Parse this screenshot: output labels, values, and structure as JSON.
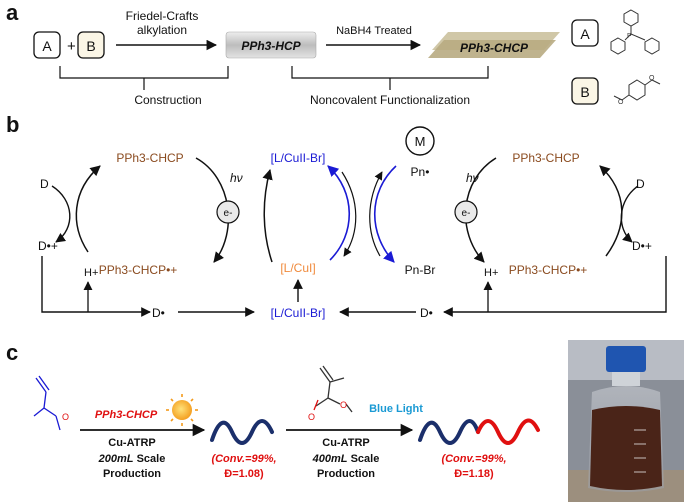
{
  "panel_a": {
    "label": "a",
    "box_a": "A",
    "plus": "+",
    "box_b": "B",
    "arrow1_top": "Friedel-Crafts",
    "arrow1_bottom": "alkylation",
    "product1": "PPh3-HCP",
    "arrow2_label": "NaBH4 Treated",
    "product2": "PPh3-CHCP",
    "bracket1": "Construction",
    "bracket2": "Noncovalent Functionalization",
    "legend_a": "A",
    "legend_b": "B"
  },
  "panel_b": {
    "label": "b",
    "ppcp_tl": "PPh3-CHCP",
    "ppcp_tr": "PPh3-CHCP",
    "ppcp_bl": "PPh3-CHCP•+",
    "ppcp_br": "PPh3-CHCP•+",
    "cu2_top": "[L/CuII-Br]",
    "cu1": "[L/CuI]",
    "cu2_bottom": "[L/CuII-Br]",
    "monomer": "M",
    "pn_radical": "Pn•",
    "pn_br": "Pn-Br",
    "d_left": "D",
    "d_right": "D",
    "dplus_left": "D•+",
    "dplus_right": "D•+",
    "hplus_left": "H+",
    "hplus_right": "H+",
    "drad_left": "D•",
    "drad_right": "D•",
    "hv_left": "hν",
    "hv_right": "hν",
    "electron": "e-"
  },
  "panel_c": {
    "label": "c",
    "catalyst": "PPh3-CHCP",
    "method1": "Cu-ATRP",
    "scale1_a": "200mL",
    "scale1_b": " Scale",
    "prod1": "Production",
    "result1_a": "(Conv.=99%,",
    "result1_b": "Đ=1.08)",
    "light": "Blue Light",
    "method2": "Cu-ATRP",
    "scale2_a": "400mL",
    "scale2_b": " Scale",
    "prod2": "Production",
    "result2_a": "(Conv.=99%,",
    "result2_b": "Đ=1.18)"
  },
  "colors": {
    "brown": "#8a4a1e",
    "blue": "#1a1ad4",
    "orange": "#f08a3c",
    "red": "#e01010",
    "navy": "#1b2f6b"
  }
}
